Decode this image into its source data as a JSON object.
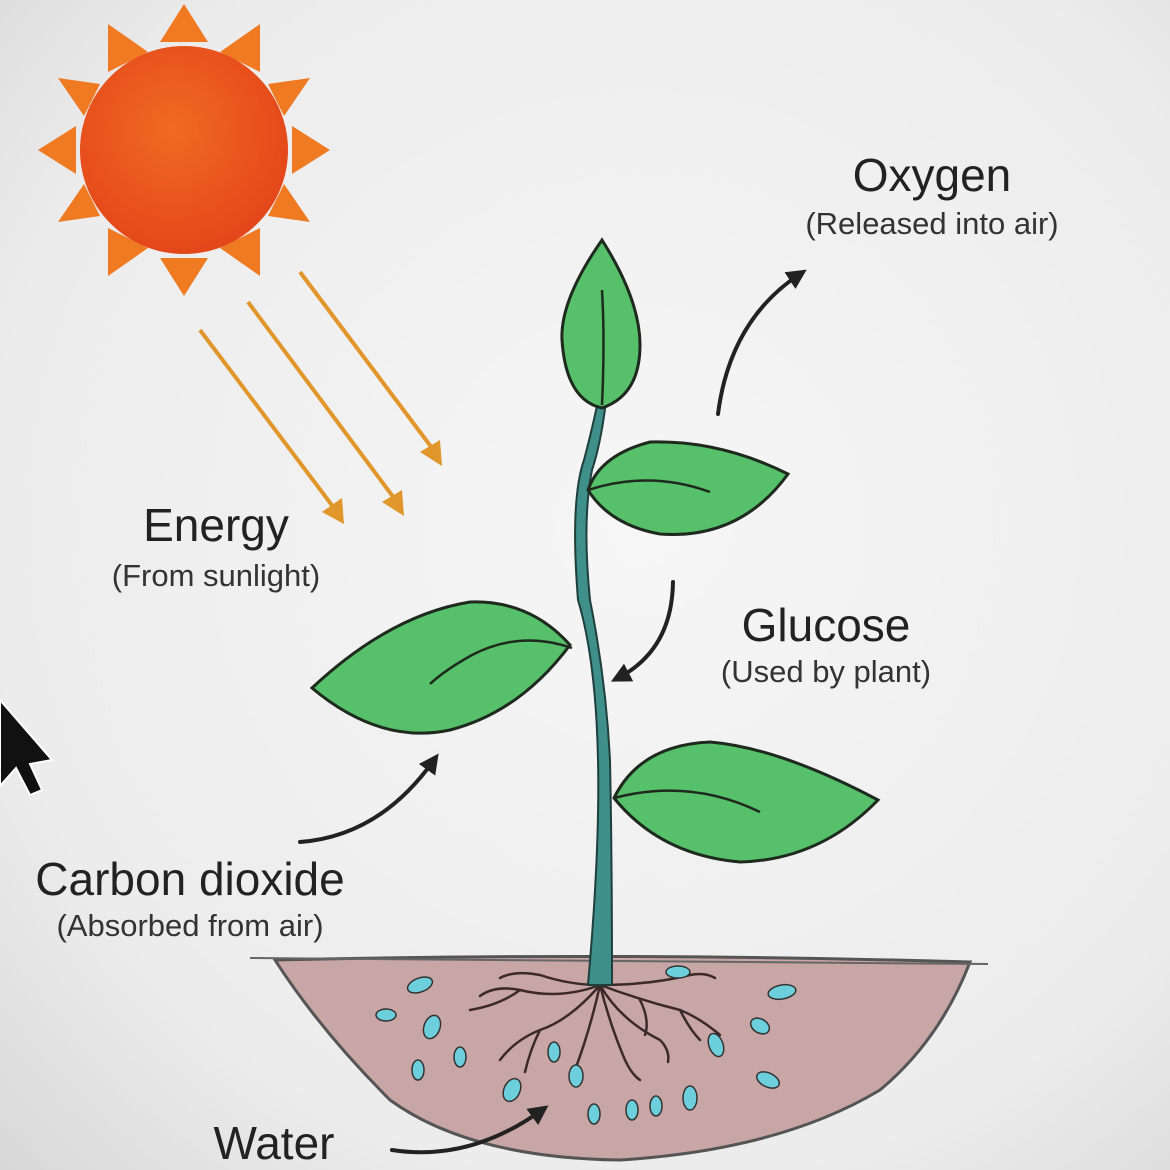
{
  "labels": {
    "oxygen": {
      "title": "Oxygen",
      "subtitle": "(Released into air)"
    },
    "energy": {
      "title": "Energy",
      "subtitle": "(From sunlight)"
    },
    "glucose": {
      "title": "Glucose",
      "subtitle": "(Used by plant)"
    },
    "carbon_dioxide": {
      "title": "Carbon dioxide",
      "subtitle": "(Absorbed from air)"
    },
    "water": {
      "title": "Water"
    }
  },
  "icons": {
    "sun": "sun-icon",
    "cursor": "mouse-cursor-icon"
  },
  "colors": {
    "sun_fill": "#ee5a1c",
    "sun_rays": "#ef7a22",
    "sunlight_arrows": "#e0962a",
    "leaf": "#56c06a",
    "stem": "#3f8f8a",
    "soil": "#c9a6a6",
    "water_drop": "#6ecfdc",
    "label_arrow": "#222222"
  }
}
